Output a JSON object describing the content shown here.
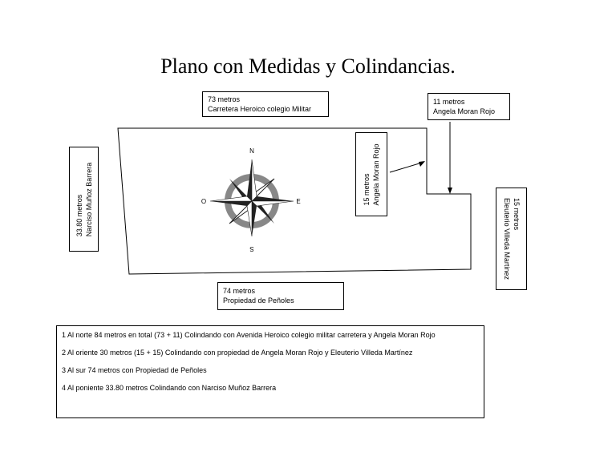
{
  "title": "Plano con Medidas y Colindancias.",
  "compass": {
    "n": "N",
    "s": "S",
    "e": "E",
    "w": "O"
  },
  "labels": {
    "north_main": {
      "measure": "73 metros",
      "neighbor": "Carretera Heroico colegio Militar"
    },
    "north_corner": {
      "measure": "11 metros",
      "neighbor": "Angela Moran Rojo"
    },
    "east_inner": {
      "measure": "15 metros",
      "neighbor": "Angela Moran Rojo"
    },
    "east_outer": {
      "measure": "15 metros",
      "neighbor": "Eleuterio Villeda Martinez"
    },
    "south": {
      "measure": "74 metros",
      "neighbor": "Propiedad de Peñoles"
    },
    "west": {
      "measure": "33.80 metros",
      "neighbor": "Narciso Muñoz Barrera"
    }
  },
  "notes": [
    "1 Al norte 84 metros en total (73 + 11) Colindando con Avenida Heroico colegio militar carretera y Angela Moran Rojo",
    "2 Al oriente 30 metros (15 + 15) Colindando con propiedad de Angela Moran Rojo y Eleuterio Villeda Martínez",
    "3 Al sur 74 metros con Propiedad de Peñoles",
    "4 Al poniente 33.80 metros Colindando con Narciso Muñoz Barrera"
  ]
}
